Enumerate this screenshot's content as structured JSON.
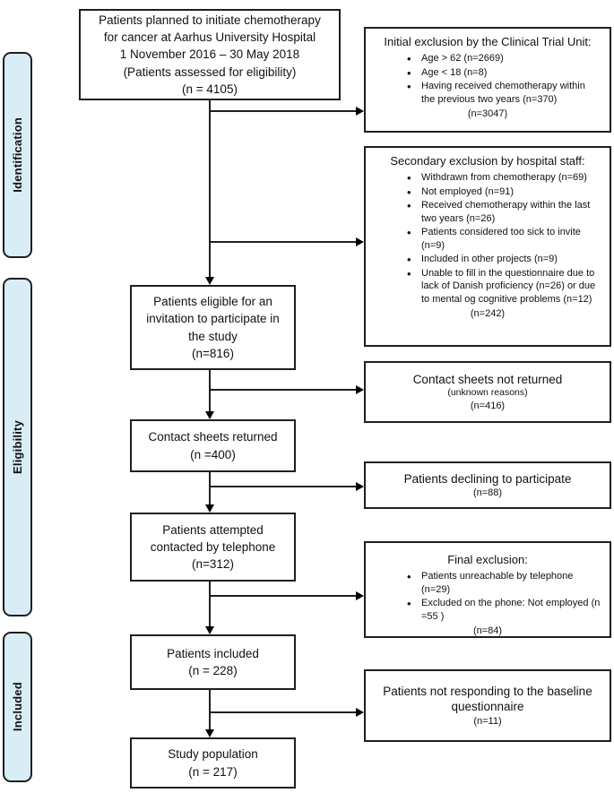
{
  "colors": {
    "sidebar_fill": "#d9edf7",
    "line": "#1f1f1f",
    "box_bg": "#ffffff"
  },
  "sidebar": [
    {
      "label": "Identification"
    },
    {
      "label": "Eligibility"
    },
    {
      "label": "Included"
    }
  ],
  "boxes": {
    "assessed": {
      "text": "Patients planned to initiate chemotherapy\nfor cancer at Aarhus University Hospital\n1 November 2016 – 30 May 2018\n(Patients assessed for eligibility)\n(n = 4105)"
    },
    "eligible": {
      "text": "Patients eligible for an\ninvitation to participate in\nthe study\n(n=816)"
    },
    "returned": {
      "text": "Contact sheets returned\n(n =400)"
    },
    "attempted": {
      "text": "Patients attempted\ncontacted by telephone\n(n=312)"
    },
    "included": {
      "text": "Patients included\n(n = 228)"
    },
    "population": {
      "text": "Study population\n(n = 217)"
    }
  },
  "exclusions": {
    "initial": {
      "heading": "Initial exclusion by the Clinical Trial Unit:",
      "bullets": [
        "Age > 62 (n=2669)",
        "Age < 18 (n=8)",
        "Having received chemotherapy within the previous two years (n=370)"
      ],
      "total": "(n=3047)"
    },
    "secondary": {
      "heading": "Secondary exclusion by hospital staff:",
      "bullets": [
        "Withdrawn from chemotherapy (n=69)",
        "Not employed (n=91)",
        "Received chemotherapy within the last two years (n=26)",
        "Patients considered too sick  to invite (n=9)",
        "Included in other projects (n=9)",
        "Unable to fill in the questionnaire due to lack of Danish proficiency (n=26) or due to mental og cognitive problems (n=12)"
      ],
      "total": "(n=242)"
    },
    "not_returned": {
      "line1": "Contact sheets not returned",
      "line2": "(unknown reasons)",
      "line3": "(n=416)"
    },
    "declining": {
      "line1": "Patients declining to participate",
      "line2": "(n=88)"
    },
    "final": {
      "heading": "Final exclusion:",
      "bullets": [
        "Patients unreachable by telephone (n=29)",
        "Excluded on the phone: Not employed (n =55 )"
      ],
      "total": "(n=84)"
    },
    "not_responding": {
      "line1": "Patients not responding to the baseline questionnaire",
      "line2": "(n=11)"
    }
  }
}
